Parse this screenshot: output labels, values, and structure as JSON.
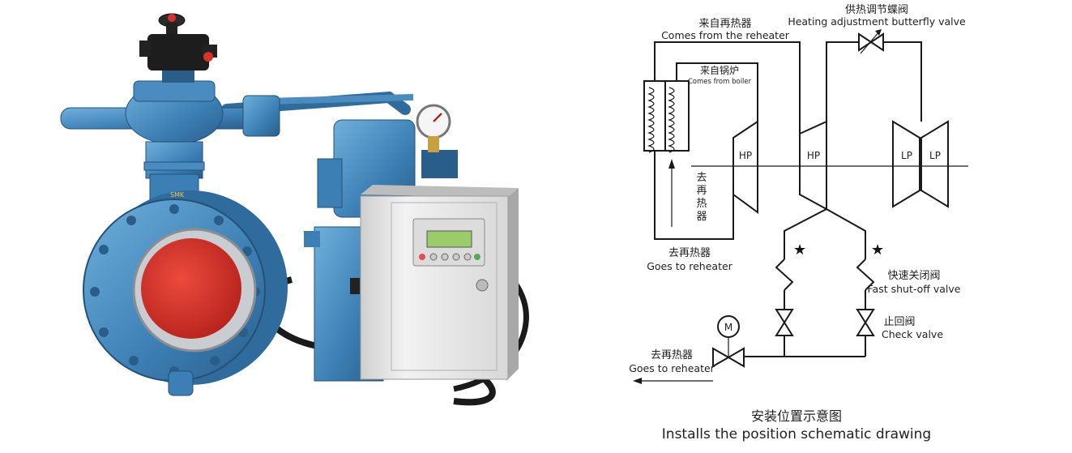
{
  "product_photo": {
    "nameplate_text": "SMK",
    "alt": "valve-photo"
  },
  "schematic": {
    "from_reheater_zh": "来自再热器",
    "from_reheater_en": "Comes from the reheater",
    "heating_valve_zh": "供热调节蝶阀",
    "heating_valve_en": "Heating adjustment butterfly valve",
    "from_boiler_zh": "来自锅炉",
    "from_boiler_en": "Comes from boiler",
    "to_reheater_vertical": [
      "去",
      "再",
      "热",
      "器"
    ],
    "hp1": "HP",
    "hp2": "HP",
    "lp1": "LP",
    "lp2": "LP",
    "goes_reheater1_zh": "去再热器",
    "goes_reheater1_en": "Goes to reheater",
    "fast_shutoff_zh": "快速关闭阀",
    "fast_shutoff_en": "Fast shut-off valve",
    "check_valve_zh": "止回阀",
    "check_valve_en": "Check valve",
    "motor": "M",
    "goes_reheater2_zh": "去再热器",
    "goes_reheater2_en": "Goes to reheater",
    "caption_zh": "安装位置示意图",
    "caption_en": "Installs the position schematic drawing"
  },
  "colors": {
    "valve_body": "#4a8cc0",
    "valve_disc": "#d8322a",
    "cabinet": "#e6e6e6",
    "lcd": "#9ccc6a"
  }
}
